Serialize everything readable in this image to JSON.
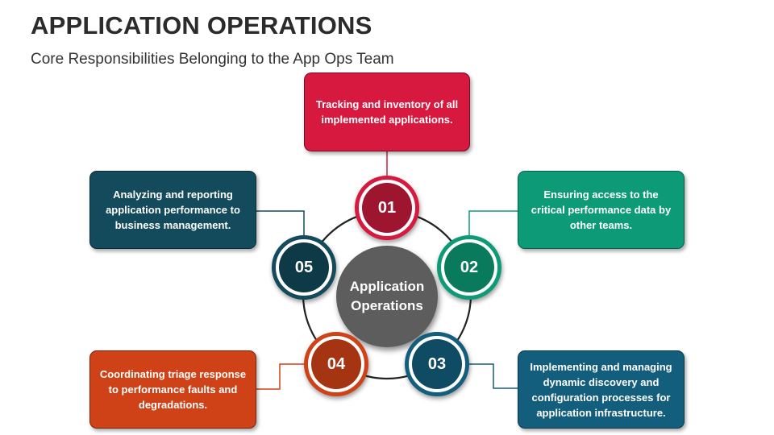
{
  "header": {
    "title": "APPLICATION OPERATIONS",
    "subtitle": "Core Responsibilities Belonging to the App Ops Team"
  },
  "hub": {
    "label": "Application Operations"
  },
  "steps": [
    {
      "number": "01",
      "text": "Tracking and inventory of all implemented applications.",
      "color": "#d7193f"
    },
    {
      "number": "02",
      "text": "Ensuring access to the critical performance data by other teams.",
      "color": "#0d9b77"
    },
    {
      "number": "03",
      "text": "Implementing and managing dynamic discovery and configuration processes for application infrastructure.",
      "color": "#135e7c"
    },
    {
      "number": "04",
      "text": "Coordinating triage response to performance faults and degradations.",
      "color": "#cf4218"
    },
    {
      "number": "05",
      "text": "Analyzing and reporting application performance to business management.",
      "color": "#134a5c"
    }
  ],
  "colors": {
    "ring": "#222222",
    "hub": "#5d5d5d",
    "title": "#2b2b2b"
  }
}
